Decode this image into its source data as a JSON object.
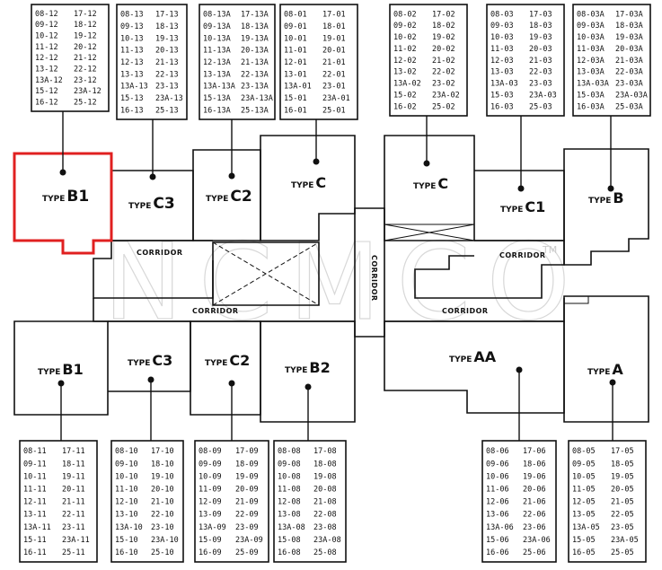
{
  "watermark": "NCMCO",
  "trademark": "TM",
  "corridor_label": "CORRIDOR",
  "highlight_color": "#e02020",
  "top_tables": [
    {
      "id": "t1",
      "rows": [
        [
          "08-12",
          "17-12"
        ],
        [
          "09-12",
          "18-12"
        ],
        [
          "10-12",
          "19-12"
        ],
        [
          "11-12",
          "20-12"
        ],
        [
          "12-12",
          "21-12"
        ],
        [
          "13-12",
          "22-12"
        ],
        [
          "13A-12",
          "23-12"
        ],
        [
          "15-12",
          "23A-12"
        ],
        [
          "16-12",
          "25-12"
        ]
      ]
    },
    {
      "id": "t2",
      "rows": [
        [
          "08-13",
          "17-13"
        ],
        [
          "09-13",
          "18-13"
        ],
        [
          "10-13",
          "19-13"
        ],
        [
          "11-13",
          "20-13"
        ],
        [
          "12-13",
          "21-13"
        ],
        [
          "13-13",
          "22-13"
        ],
        [
          "13A-13",
          "23-13"
        ],
        [
          "15-13",
          "23A-13"
        ],
        [
          "16-13",
          "25-13"
        ]
      ]
    },
    {
      "id": "t3",
      "rows": [
        [
          "08-13A",
          "17-13A"
        ],
        [
          "09-13A",
          "18-13A"
        ],
        [
          "10-13A",
          "19-13A"
        ],
        [
          "11-13A",
          "20-13A"
        ],
        [
          "12-13A",
          "21-13A"
        ],
        [
          "13-13A",
          "22-13A"
        ],
        [
          "13A-13A",
          "23-13A"
        ],
        [
          "15-13A",
          "23A-13A"
        ],
        [
          "16-13A",
          "25-13A"
        ]
      ]
    },
    {
      "id": "t4",
      "rows": [
        [
          "08-01",
          "17-01"
        ],
        [
          "09-01",
          "18-01"
        ],
        [
          "10-01",
          "19-01"
        ],
        [
          "11-01",
          "20-01"
        ],
        [
          "12-01",
          "21-01"
        ],
        [
          "13-01",
          "22-01"
        ],
        [
          "13A-01",
          "23-01"
        ],
        [
          "15-01",
          "23A-01"
        ],
        [
          "16-01",
          "25-01"
        ]
      ]
    },
    {
      "id": "t5",
      "rows": [
        [
          "08-02",
          "17-02"
        ],
        [
          "09-02",
          "18-02"
        ],
        [
          "10-02",
          "19-02"
        ],
        [
          "11-02",
          "20-02"
        ],
        [
          "12-02",
          "21-02"
        ],
        [
          "13-02",
          "22-02"
        ],
        [
          "13A-02",
          "23-02"
        ],
        [
          "15-02",
          "23A-02"
        ],
        [
          "16-02",
          "25-02"
        ]
      ]
    },
    {
      "id": "t6",
      "rows": [
        [
          "08-03",
          "17-03"
        ],
        [
          "09-03",
          "18-03"
        ],
        [
          "10-03",
          "19-03"
        ],
        [
          "11-03",
          "20-03"
        ],
        [
          "12-03",
          "21-03"
        ],
        [
          "13-03",
          "22-03"
        ],
        [
          "13A-03",
          "23-03"
        ],
        [
          "15-03",
          "23A-03"
        ],
        [
          "16-03",
          "25-03"
        ]
      ]
    },
    {
      "id": "t7",
      "rows": [
        [
          "08-03A",
          "17-03A"
        ],
        [
          "09-03A",
          "18-03A"
        ],
        [
          "10-03A",
          "19-03A"
        ],
        [
          "11-03A",
          "20-03A"
        ],
        [
          "12-03A",
          "21-03A"
        ],
        [
          "13-03A",
          "22-03A"
        ],
        [
          "13A-03A",
          "23-03A"
        ],
        [
          "15-03A",
          "23A-03A"
        ],
        [
          "16-03A",
          "25-03A"
        ]
      ]
    }
  ],
  "bottom_tables": [
    {
      "id": "b1",
      "rows": [
        [
          "08-11",
          "17-11"
        ],
        [
          "09-11",
          "18-11"
        ],
        [
          "10-11",
          "19-11"
        ],
        [
          "11-11",
          "20-11"
        ],
        [
          "12-11",
          "21-11"
        ],
        [
          "13-11",
          "22-11"
        ],
        [
          "13A-11",
          "23-11"
        ],
        [
          "15-11",
          "23A-11"
        ],
        [
          "16-11",
          "25-11"
        ]
      ]
    },
    {
      "id": "b2",
      "rows": [
        [
          "08-10",
          "17-10"
        ],
        [
          "09-10",
          "18-10"
        ],
        [
          "10-10",
          "19-10"
        ],
        [
          "11-10",
          "20-10"
        ],
        [
          "12-10",
          "21-10"
        ],
        [
          "13-10",
          "22-10"
        ],
        [
          "13A-10",
          "23-10"
        ],
        [
          "15-10",
          "23A-10"
        ],
        [
          "16-10",
          "25-10"
        ]
      ]
    },
    {
      "id": "b3",
      "rows": [
        [
          "08-09",
          "17-09"
        ],
        [
          "09-09",
          "18-09"
        ],
        [
          "10-09",
          "19-09"
        ],
        [
          "11-09",
          "20-09"
        ],
        [
          "12-09",
          "21-09"
        ],
        [
          "13-09",
          "22-09"
        ],
        [
          "13A-09",
          "23-09"
        ],
        [
          "15-09",
          "23A-09"
        ],
        [
          "16-09",
          "25-09"
        ]
      ]
    },
    {
      "id": "b4",
      "rows": [
        [
          "08-08",
          "17-08"
        ],
        [
          "09-08",
          "18-08"
        ],
        [
          "10-08",
          "19-08"
        ],
        [
          "11-08",
          "20-08"
        ],
        [
          "12-08",
          "21-08"
        ],
        [
          "13-08",
          "22-08"
        ],
        [
          "13A-08",
          "23-08"
        ],
        [
          "15-08",
          "23A-08"
        ],
        [
          "16-08",
          "25-08"
        ]
      ]
    },
    {
      "id": "b5",
      "rows": [
        [
          "08-06",
          "17-06"
        ],
        [
          "09-06",
          "18-06"
        ],
        [
          "10-06",
          "19-06"
        ],
        [
          "11-06",
          "20-06"
        ],
        [
          "12-06",
          "21-06"
        ],
        [
          "13-06",
          "22-06"
        ],
        [
          "13A-06",
          "23-06"
        ],
        [
          "15-06",
          "23A-06"
        ],
        [
          "16-06",
          "25-06"
        ]
      ]
    },
    {
      "id": "b6",
      "rows": [
        [
          "08-05",
          "17-05"
        ],
        [
          "09-05",
          "18-05"
        ],
        [
          "10-05",
          "19-05"
        ],
        [
          "11-05",
          "20-05"
        ],
        [
          "12-05",
          "21-05"
        ],
        [
          "13-05",
          "22-05"
        ],
        [
          "13A-05",
          "23-05"
        ],
        [
          "15-05",
          "23A-05"
        ],
        [
          "16-05",
          "25-05"
        ]
      ]
    }
  ],
  "units": {
    "top_b1": {
      "type": "TYPE",
      "name": "B1"
    },
    "top_c3": {
      "type": "TYPE",
      "name": "C3"
    },
    "top_c2": {
      "type": "TYPE",
      "name": "C2"
    },
    "top_c_left": {
      "type": "TYPE",
      "name": "C"
    },
    "top_c_right": {
      "type": "TYPE",
      "name": "C"
    },
    "top_c1": {
      "type": "TYPE",
      "name": "C1"
    },
    "top_b": {
      "type": "TYPE",
      "name": "B"
    },
    "bot_b1": {
      "type": "TYPE",
      "name": "B1"
    },
    "bot_c3": {
      "type": "TYPE",
      "name": "C3"
    },
    "bot_c2": {
      "type": "TYPE",
      "name": "C2"
    },
    "bot_b2": {
      "type": "TYPE",
      "name": "B2"
    },
    "bot_aa": {
      "type": "TYPE",
      "name": "AA"
    },
    "bot_a": {
      "type": "TYPE",
      "name": "A"
    }
  }
}
